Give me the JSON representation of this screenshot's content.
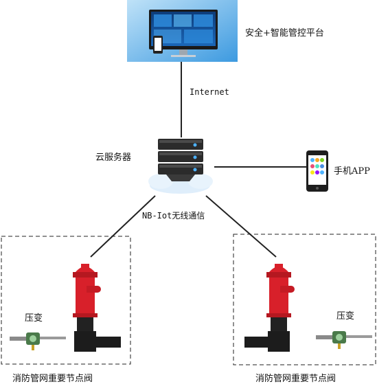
{
  "platform": {
    "label": "安全+智能管控平台",
    "screen_color": "#1d7fd6"
  },
  "network_link": {
    "label": "Internet"
  },
  "cloud_server": {
    "label": "云服务器"
  },
  "mobile_app": {
    "label": "手机APP"
  },
  "wireless_link": {
    "label": "NB-Iot无线通信"
  },
  "node_left": {
    "sensor_label": "压变",
    "caption": "消防管网重要节点阀"
  },
  "node_right": {
    "sensor_label": "压变",
    "caption": "消防管网重要节点阀"
  },
  "colors": {
    "hydrant_red": "#d8202a",
    "pipe_black": "#1c1c1c",
    "line": "#222222"
  }
}
